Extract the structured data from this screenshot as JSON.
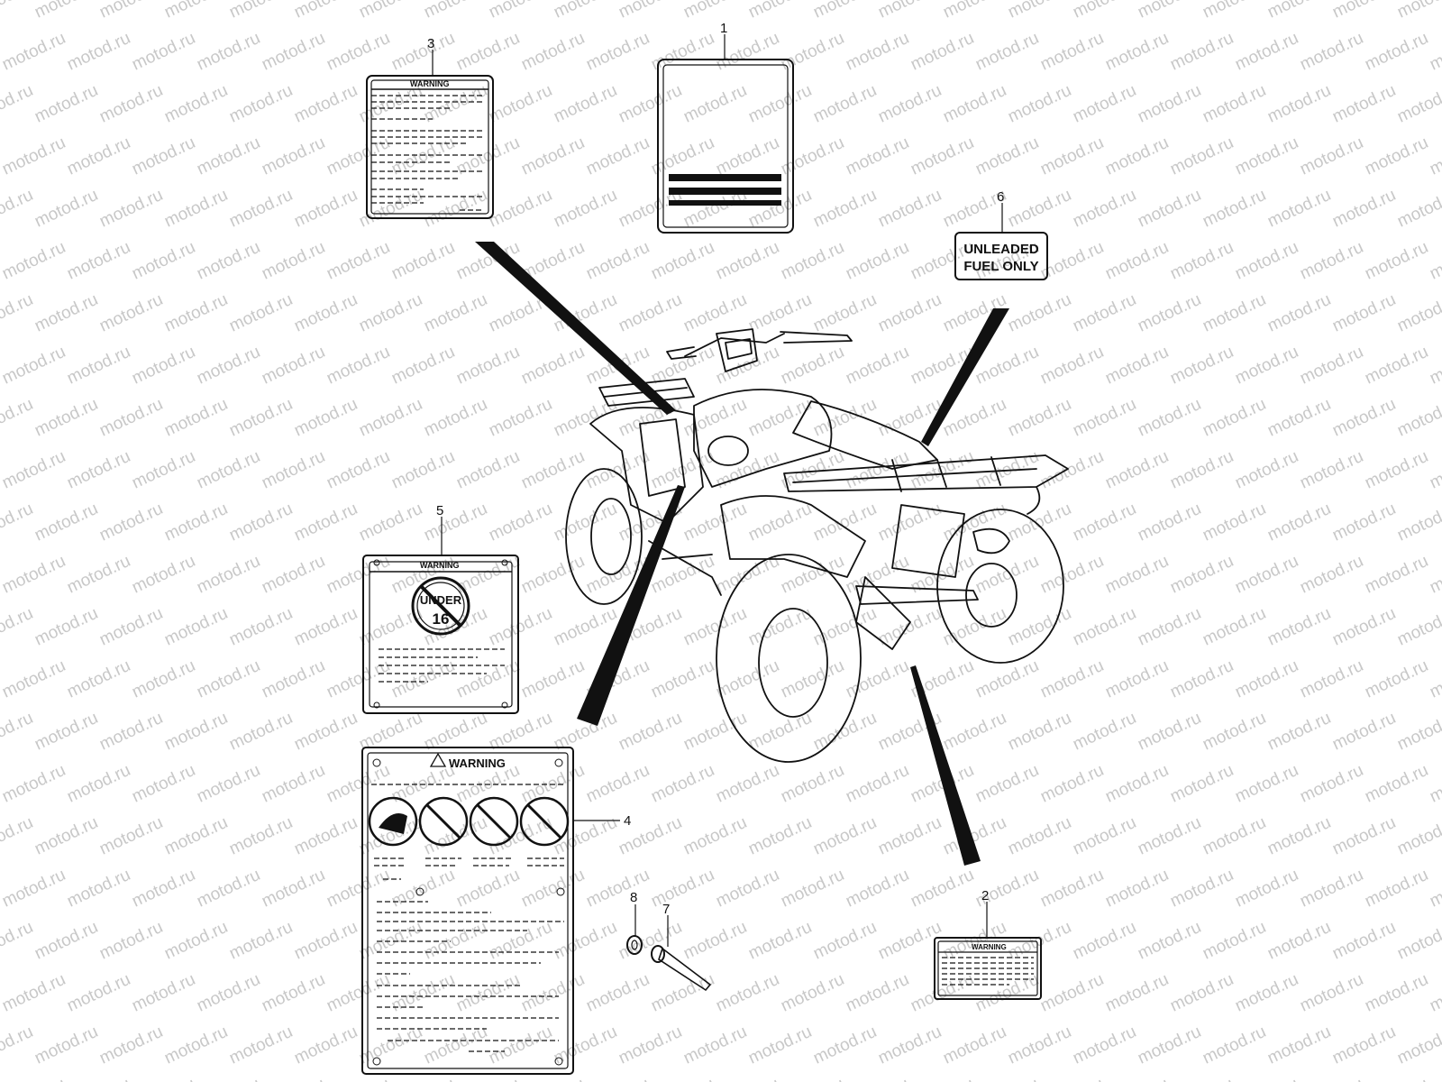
{
  "watermark": "motod.ru",
  "callouts": {
    "n1": "1",
    "n2": "2",
    "n3": "3",
    "n4": "4",
    "n5": "5",
    "n6": "6",
    "n7": "7",
    "n8": "8"
  },
  "labels": {
    "warning": "WARNING",
    "under": "UNDER",
    "age": "16",
    "fuel_line1": "UNLEADED",
    "fuel_line2": "FUEL ONLY"
  }
}
